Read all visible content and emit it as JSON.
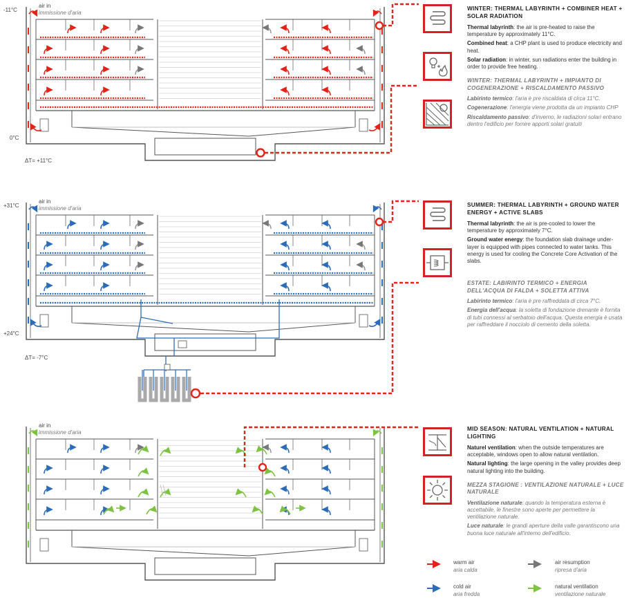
{
  "colors": {
    "warm": "#e2231a",
    "cold": "#2b6cb8",
    "resumption": "#666666",
    "natural": "#7dc242",
    "line": "#555555",
    "slab": "#999999"
  },
  "sections": [
    {
      "name": "winter",
      "air_in": "air in",
      "air_in_it": "immissione d'aria",
      "temp_top": "-11°C",
      "temp_bottom": "0°C",
      "delta": "ΔT= +11°C"
    },
    {
      "name": "summer",
      "air_in": "air in",
      "air_in_it": "immissione d'aria",
      "temp_top": "+31°C",
      "temp_bottom": "+24°C",
      "delta": "ΔT= -7°C"
    },
    {
      "name": "mid",
      "air_in": "air in",
      "air_in_it": "immissione d'aria"
    }
  ],
  "panels": {
    "winter": {
      "title_en": "WINTER: THERMAL LABYRINTH + COMBINER HEAT + SOLAR RADIATION",
      "items_en": [
        {
          "term": "Thermal labyrinth",
          "text": ": the air is pre-heated to raise the temperature by approximately 11°C."
        },
        {
          "term": "Combined heat",
          "text": ": a CHP plant is used to produce electricity and heat."
        },
        {
          "term": "Solar radiation",
          "text": ": in winter, sun radiations enter the building in order to provide free heating."
        }
      ],
      "title_it": "WINTER: THERMAL LABYRINTH + IMPIANTO DI COGENERAZIONE + RISCALDAMENTO PASSIVO",
      "items_it": [
        {
          "term": "Labirinto termico",
          "text": ": l'aria è pre riscaldata di circa 11°C."
        },
        {
          "term": "Cogenerazione",
          "text": ": l'energia viene prodotta da un impianto CHP"
        },
        {
          "term": "Riscaldamento passivo",
          "text": ": d'inverno, le radiazioni solari entrano dentro l'edificio per fornire apporti solari gratuiti"
        }
      ],
      "icons": [
        "labyrinth-icon",
        "chp-icon",
        "solar-radiation-icon"
      ]
    },
    "summer": {
      "title_en": "SUMMER: THERMAL LABYRINTH + GROUND WATER ENERGY + ACTIVE SLABS",
      "items_en": [
        {
          "term": "Thermal labyrinth",
          "text": ": the air is pre-cooled to lower the temperature by approximately 7°C."
        },
        {
          "term": "Ground water energy",
          "text": ": the foundation slab drainage under-layer is equipped with pipes connected to water tanks. This energy is used for cooling the Concrete Core Activation of the slabs."
        }
      ],
      "title_it": "ESTATE: LABIRINTO TERMICO + ENERGIA DELL'ACQUA DI FALDA + SOLETTA ATTIVA",
      "items_it": [
        {
          "term": "Labirinto termico",
          "text": ": l'aria è pre raffreddata di circa 7°C."
        },
        {
          "term": "Energia dell'acqua",
          "text": ": la soletta di fondazione drenante è fornita di tubi connessi al serbatoio dell'acqua. Questa energia è usata per raffreddare il nocciolo di cemento della soletta."
        }
      ],
      "icons": [
        "labyrinth-icon",
        "heat-exchanger-icon"
      ]
    },
    "mid": {
      "title_en": "MID SEASON: NATURAL VENTILATION + NATURAL LIGHTING",
      "items_en": [
        {
          "term": "Naturel ventilation",
          "text": ": when the outside temperatures are acceptable, windows open to allow natural ventilation."
        },
        {
          "term": "Natural lighting",
          "text": ": the large opening in the valley provides deep natural lighting into the building."
        }
      ],
      "title_it": "MEZZA STAGIONE : VENTILAZIONE NATURALE + LUCE NATURALE",
      "items_it": [
        {
          "term": "Ventilazione naturale",
          "text": ": quando la temperatura esterna è accettabile, le finestre sono aperte per permettere la ventilazione naturale."
        },
        {
          "term": "Luce naturale",
          "text": ": le grandi aperture della valle garantiscono una buona luce naturale all'interno dell'edificio."
        }
      ],
      "icons": [
        "open-window-icon",
        "sun-icon"
      ]
    }
  },
  "legend": [
    {
      "en": "warm air",
      "it": "aria calda",
      "color": "#e2231a"
    },
    {
      "en": "air resumption",
      "it": "ripresa d'aria",
      "color": "#666666"
    },
    {
      "en": "cold air",
      "it": "aria fredda",
      "color": "#2b6cb8"
    },
    {
      "en": "natural ventilation",
      "it": "ventilazione naturale",
      "color": "#7dc242"
    }
  ]
}
